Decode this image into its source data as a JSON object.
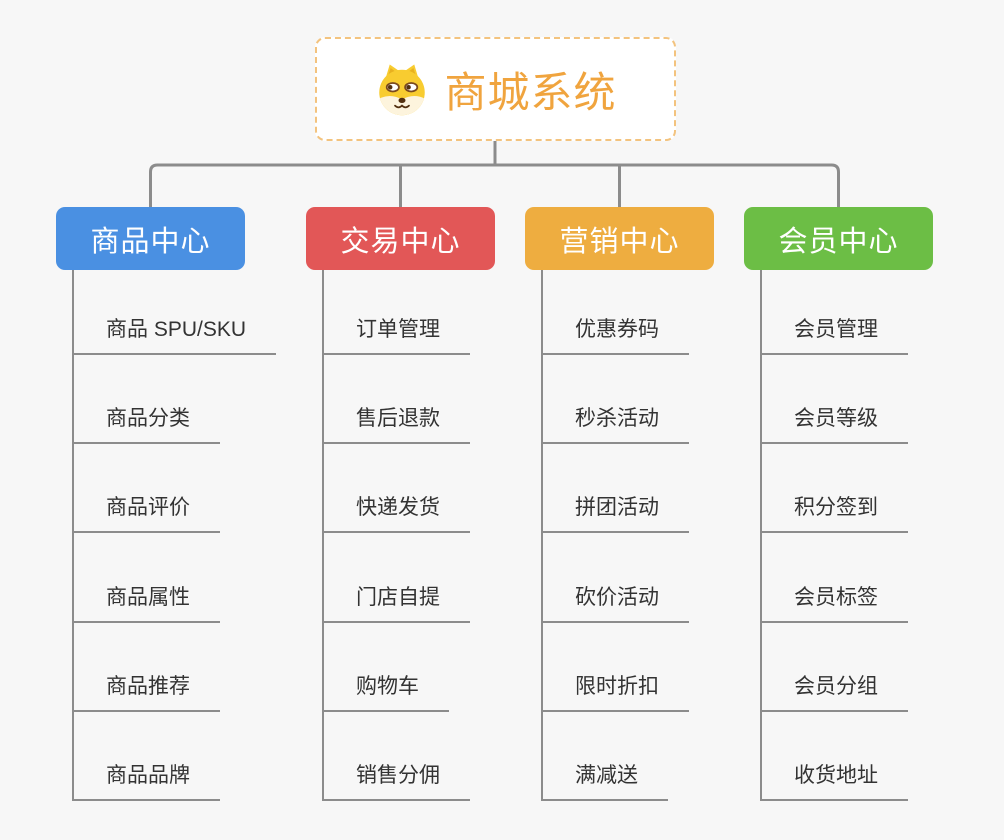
{
  "root": {
    "title": "商城系统",
    "icon": "shiba-dog-icon",
    "text_color": "#f0a43e",
    "border_color": "#f3c37e"
  },
  "connector_color": "#8c8c8c",
  "branches": [
    {
      "label": "商品中心",
      "color": "#4a90e2",
      "items": [
        "商品 SPU/SKU",
        "商品分类",
        "商品评价",
        "商品属性",
        "商品推荐",
        "商品品牌"
      ]
    },
    {
      "label": "交易中心",
      "color": "#e25757",
      "items": [
        "订单管理",
        "售后退款",
        "快递发货",
        "门店自提",
        "购物车",
        "销售分佣"
      ]
    },
    {
      "label": "营销中心",
      "color": "#eead40",
      "items": [
        "优惠券码",
        "秒杀活动",
        "拼团活动",
        "砍价活动",
        "限时折扣",
        "满减送"
      ]
    },
    {
      "label": "会员中心",
      "color": "#6cbe45",
      "items": [
        "会员管理",
        "会员等级",
        "积分签到",
        "会员标签",
        "会员分组",
        "收货地址"
      ]
    }
  ]
}
